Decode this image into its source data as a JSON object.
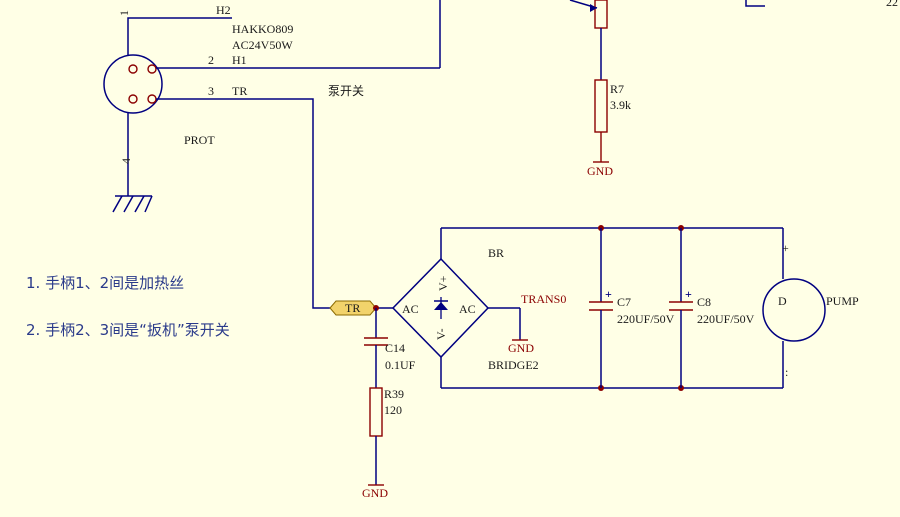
{
  "connector": {
    "pin_h2": "H2",
    "pin_h1": "H1",
    "pin_tr": "TR",
    "pin_num_1": "1",
    "pin_num_2": "2",
    "pin_num_3": "3",
    "pin_num_4": "4",
    "model": "HAKKO809",
    "rating": "AC24V50W",
    "ref": "PROT",
    "switch_label": "泵开关"
  },
  "r7": {
    "ref": "R7",
    "value": "3.9k",
    "gnd": "GND"
  },
  "notes": [
    "1. 手柄1、2间是加热丝",
    "2. 手柄2、3间是“扳机”泵开关"
  ],
  "net_tag": "TR",
  "c14": {
    "ref": "C14",
    "value": "0.1UF"
  },
  "r39": {
    "ref": "R39",
    "value": "120",
    "gnd": "GND"
  },
  "bridge": {
    "net": "BR",
    "ref": "BRIDGE2",
    "ac_left": "AC",
    "ac_right": "AC",
    "v_plus": "V+",
    "v_minus": "V-",
    "trans": "TRANS0",
    "gnd": "GND"
  },
  "c7": {
    "ref": "C7",
    "value": "220UF/50V"
  },
  "c8": {
    "ref": "C8",
    "value": "220UF/50V"
  },
  "pump": {
    "symbol": "D",
    "ref": "PUMP",
    "plus": "+",
    "minus": ":"
  },
  "corner_text": "22",
  "colors": {
    "background": "#ffffe6",
    "wire": "#000080",
    "component": "#8b0000",
    "net_tag_fill": "#f2d36b"
  }
}
